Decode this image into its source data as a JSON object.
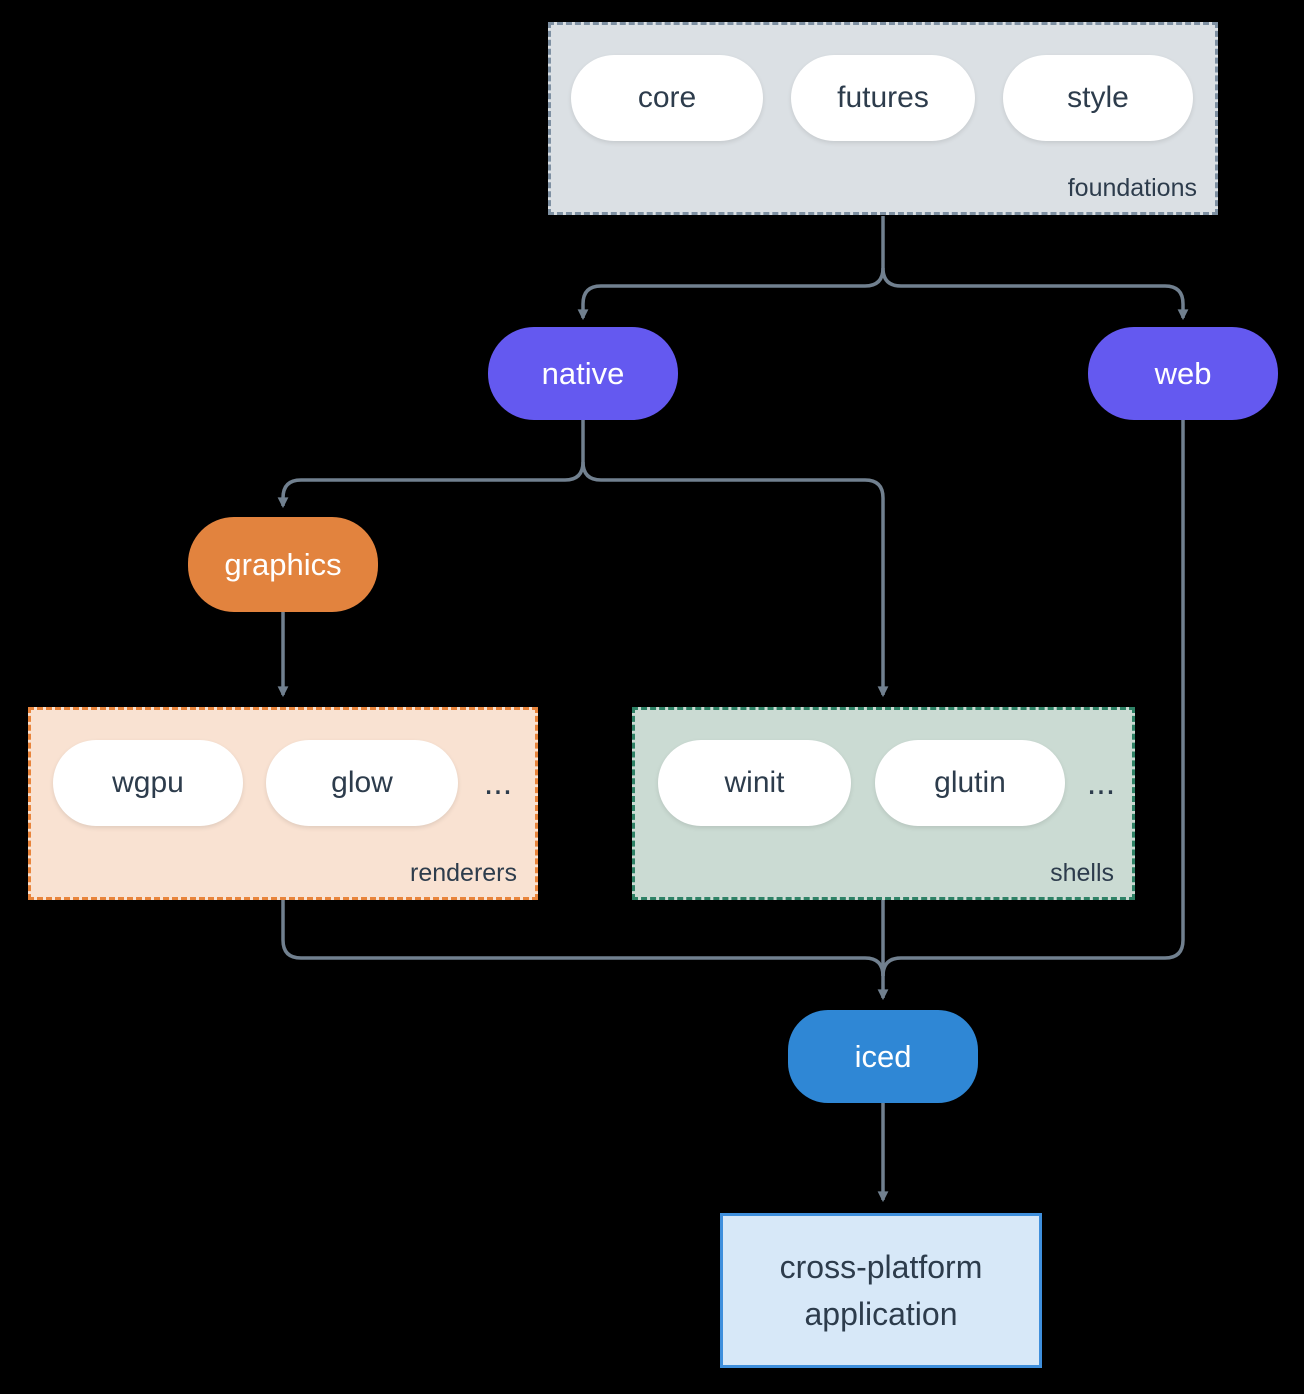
{
  "colors": {
    "canvas_bg": "#000000",
    "line": "#71808f",
    "text_dark": "#2d3c4c",
    "pill_white": "#ffffff",
    "purple": "#6459f0",
    "orange": "#e2833e",
    "blue": "#2f87d5",
    "foundations_bg": "#dbe0e4",
    "foundations_border": "#7e90a2",
    "renderers_bg": "#f9e2d2",
    "renderers_border": "#e8843b",
    "shells_bg": "#cbdbd3",
    "shells_border": "#2f8266",
    "app_bg": "#d7e8f8",
    "app_border": "#3f8fdc"
  },
  "nodes": {
    "foundations": {
      "label": "foundations",
      "pills": [
        "core",
        "futures",
        "style"
      ]
    },
    "native": {
      "label": "native"
    },
    "web": {
      "label": "web"
    },
    "graphics": {
      "label": "graphics"
    },
    "renderers": {
      "label": "renderers",
      "pills": [
        "wgpu",
        "glow"
      ],
      "more": "..."
    },
    "shells": {
      "label": "shells",
      "pills": [
        "winit",
        "glutin"
      ],
      "more": "..."
    },
    "iced": {
      "label": "iced"
    },
    "application": {
      "label": "cross-platform application"
    }
  }
}
